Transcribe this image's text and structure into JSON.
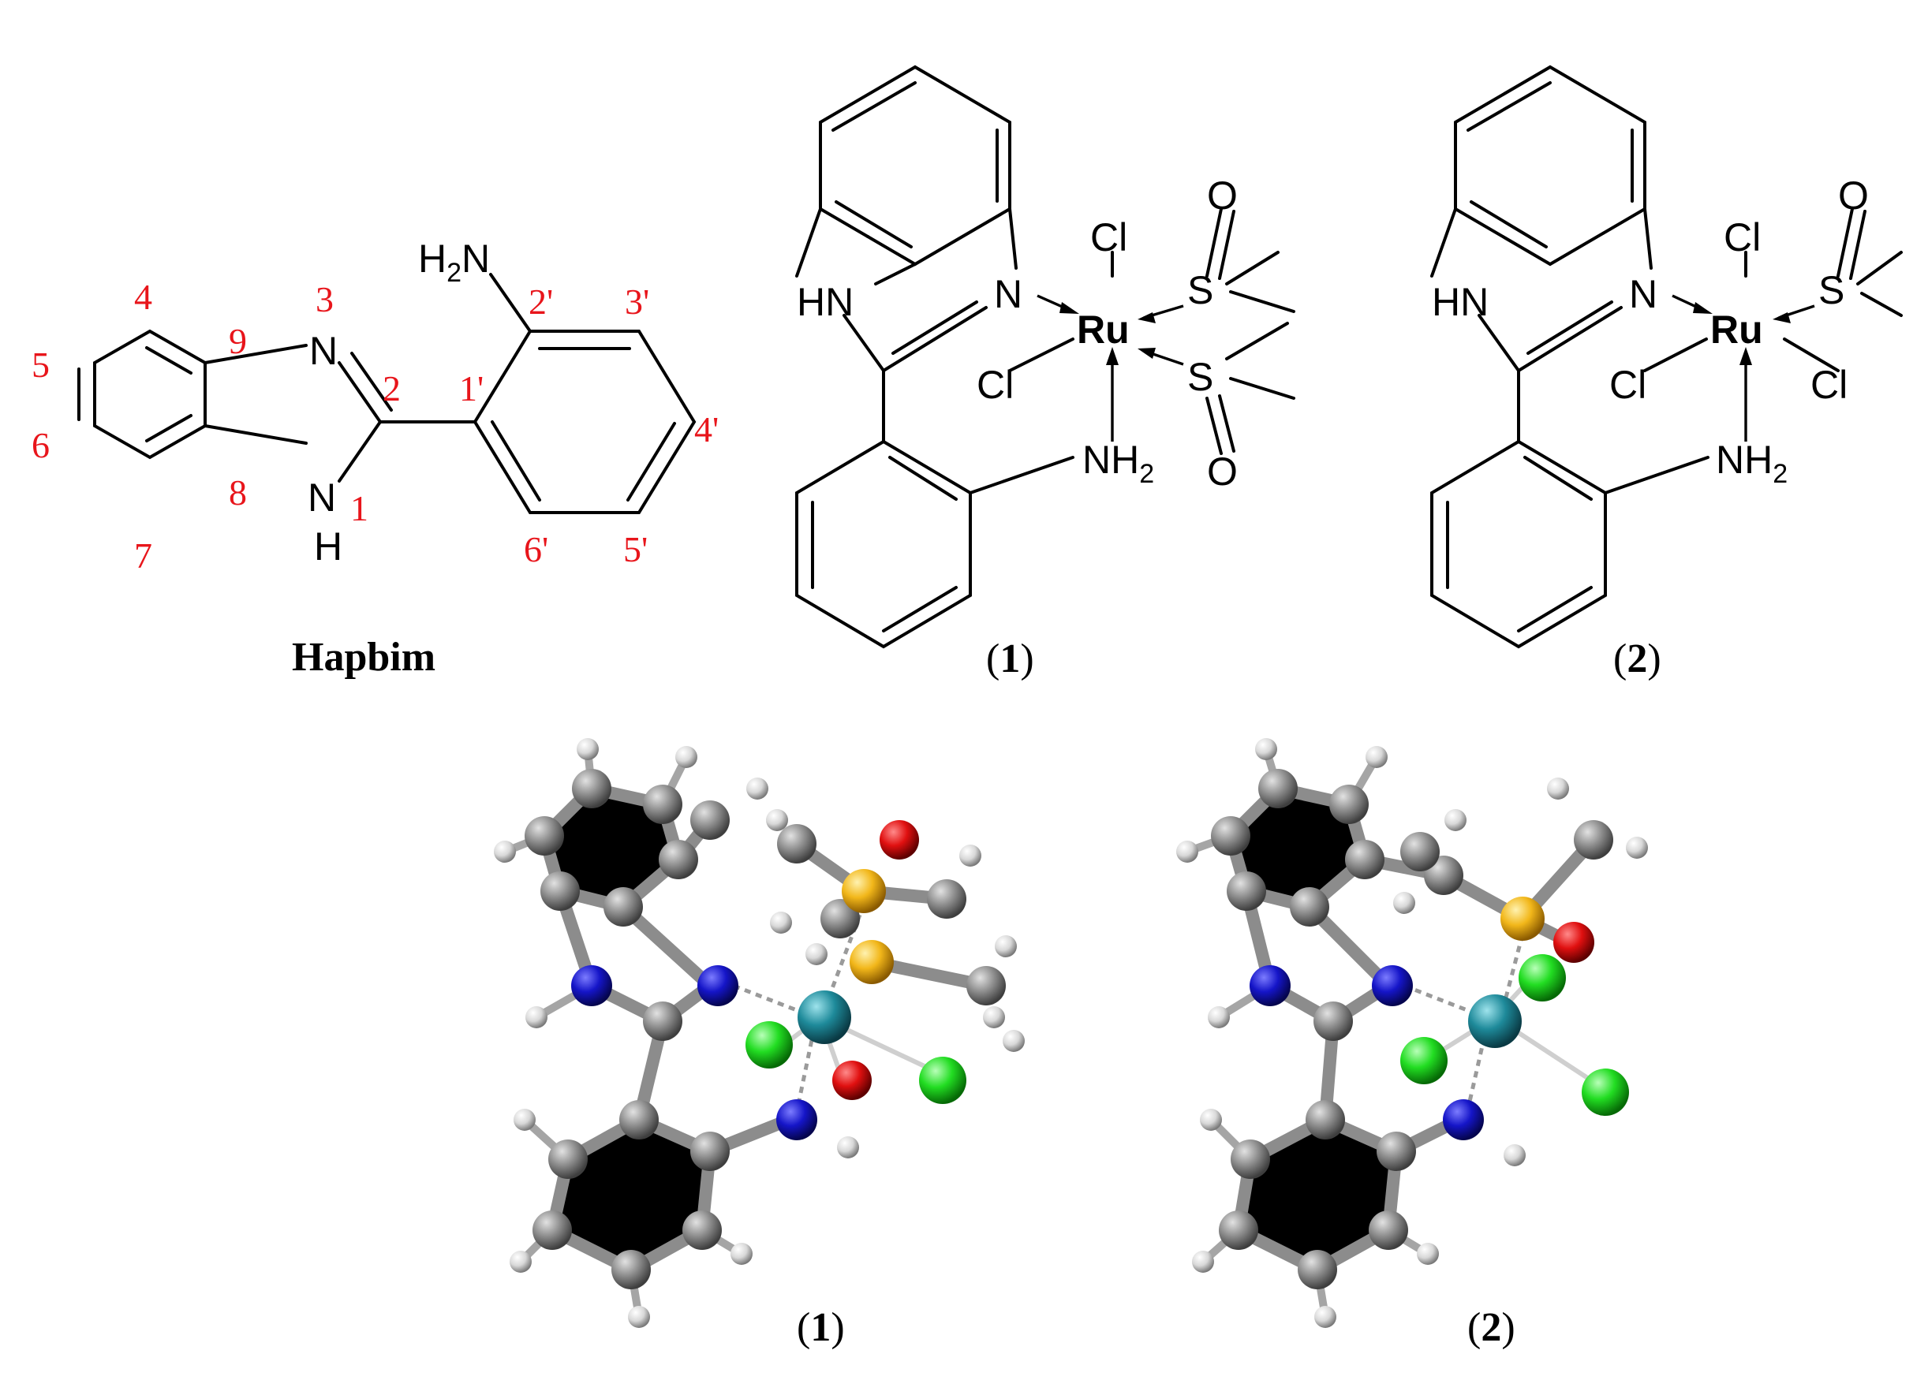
{
  "hapbim": {
    "name": "Hapbim",
    "atoms": {
      "n3": "N",
      "n1": "N",
      "h1": "H",
      "nh2_h": "H",
      "nh2_sub": "2",
      "nh2_n": "N"
    },
    "numbers": [
      "4",
      "3",
      "5",
      "9",
      "2",
      "1'",
      "2'",
      "3'",
      "4'",
      "6",
      "8",
      "1",
      "7",
      "6'",
      "5'"
    ]
  },
  "complex1": {
    "caption_open": "(",
    "caption_num": "1",
    "caption_close": ")",
    "hn": "HN",
    "n": "N",
    "ru": "Ru",
    "cl_top": "Cl",
    "cl_left": "Cl",
    "s_top": "S",
    "o_top": "O",
    "s_bottom": "S",
    "o_bottom": "O",
    "nh2_n": "NH",
    "nh2_sub": "2"
  },
  "complex2": {
    "caption_open": "(",
    "caption_num": "2",
    "caption_close": ")",
    "hn": "HN",
    "n": "N",
    "ru": "Ru",
    "cl_top": "Cl",
    "cl_left": "Cl",
    "cl_right": "Cl",
    "s": "S",
    "o": "O",
    "nh2_n": "NH",
    "nh2_sub": "2"
  },
  "model1": {
    "caption_open": "(",
    "caption_num": "1",
    "caption_close": ")"
  },
  "model2": {
    "caption_open": "(",
    "caption_num": "2",
    "caption_close": ")"
  },
  "colors": {
    "carbon": "#8a8a8a",
    "hydrogen": "#e6e6e6",
    "nitrogen": "#1414c8",
    "sulfur": "#f2b71a",
    "oxygen": "#e01010",
    "chlorine": "#22dd22",
    "ruthenium": "#1e8a9a",
    "locant": "#e8151b"
  }
}
